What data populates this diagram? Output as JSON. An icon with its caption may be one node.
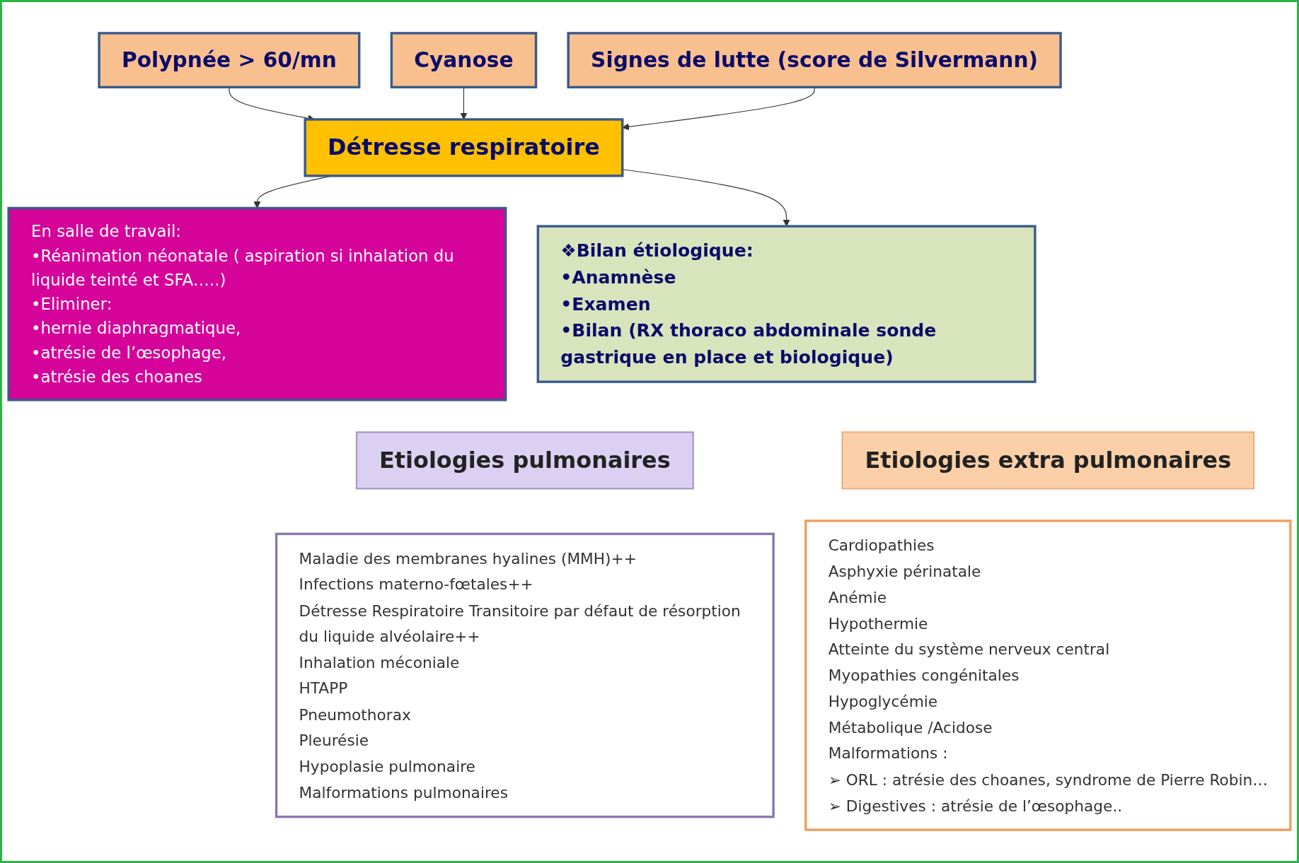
{
  "diagram": {
    "nodes": [
      {
        "text": [
          "Polypnée > 60/mn"
        ]
      },
      {
        "text": [
          "Cyanose"
        ]
      },
      {
        "text": [
          "Signes de lutte (score de Silvermann)"
        ]
      },
      {
        "text": [
          "Détresse respiratoire"
        ]
      },
      {
        "text": [
          "En salle de travail:",
          "•Réanimation néonatale ( aspiration si inhalation du liquide teinté et SFA…..)",
          "•Eliminer:",
          "•hernie diaphragmatique,",
          "•atrésie de l’œsophage,",
          "•atrésie des choanes"
        ]
      },
      {
        "text": [
          "❖Bilan étiologique:",
          "•Anamnèse",
          "•Examen",
          "•Bilan (RX thoraco abdominale sonde gastrique en place et biologique)"
        ]
      },
      {
        "text": [
          "Etiologies pulmonaires"
        ]
      },
      {
        "text": [
          "Maladie des membranes hyalines (MMH)++",
          "Infections materno-fœtales++",
          "Détresse Respiratoire Transitoire par défaut de résorption du liquide alvéolaire++",
          "Inhalation méconiale",
          "HTAPP",
          "Pneumothorax",
          "Pleurésie",
          "Hypoplasie pulmonaire",
          "Malformations pulmonaires"
        ]
      },
      {
        "text": [
          "Etiologies extra pulmonaires"
        ]
      },
      {
        "text": [
          "Cardiopathies",
          "Asphyxie périnatale",
          "Anémie",
          "Hypothermie",
          "Atteinte du système nerveux central",
          "Myopathies congénitales",
          "Hypoglycémie",
          "Métabolique /Acidose",
          "Malformations :",
          "➢ ORL : atrésie des choanes, syndrome de Pierre Robin…",
          "➢ Digestives : atrésie de l’œsophage.."
        ]
      }
    ],
    "edges": [
      {
        "from": 0,
        "to": 3,
        "arrow": "to"
      },
      {
        "from": 1,
        "to": 3,
        "arrow": "to"
      },
      {
        "from": 2,
        "to": 3,
        "arrow": "to"
      },
      {
        "from": 3,
        "to": 4,
        "arrow": "to"
      },
      {
        "from": 3,
        "to": 5,
        "arrow": "to"
      }
    ]
  }
}
